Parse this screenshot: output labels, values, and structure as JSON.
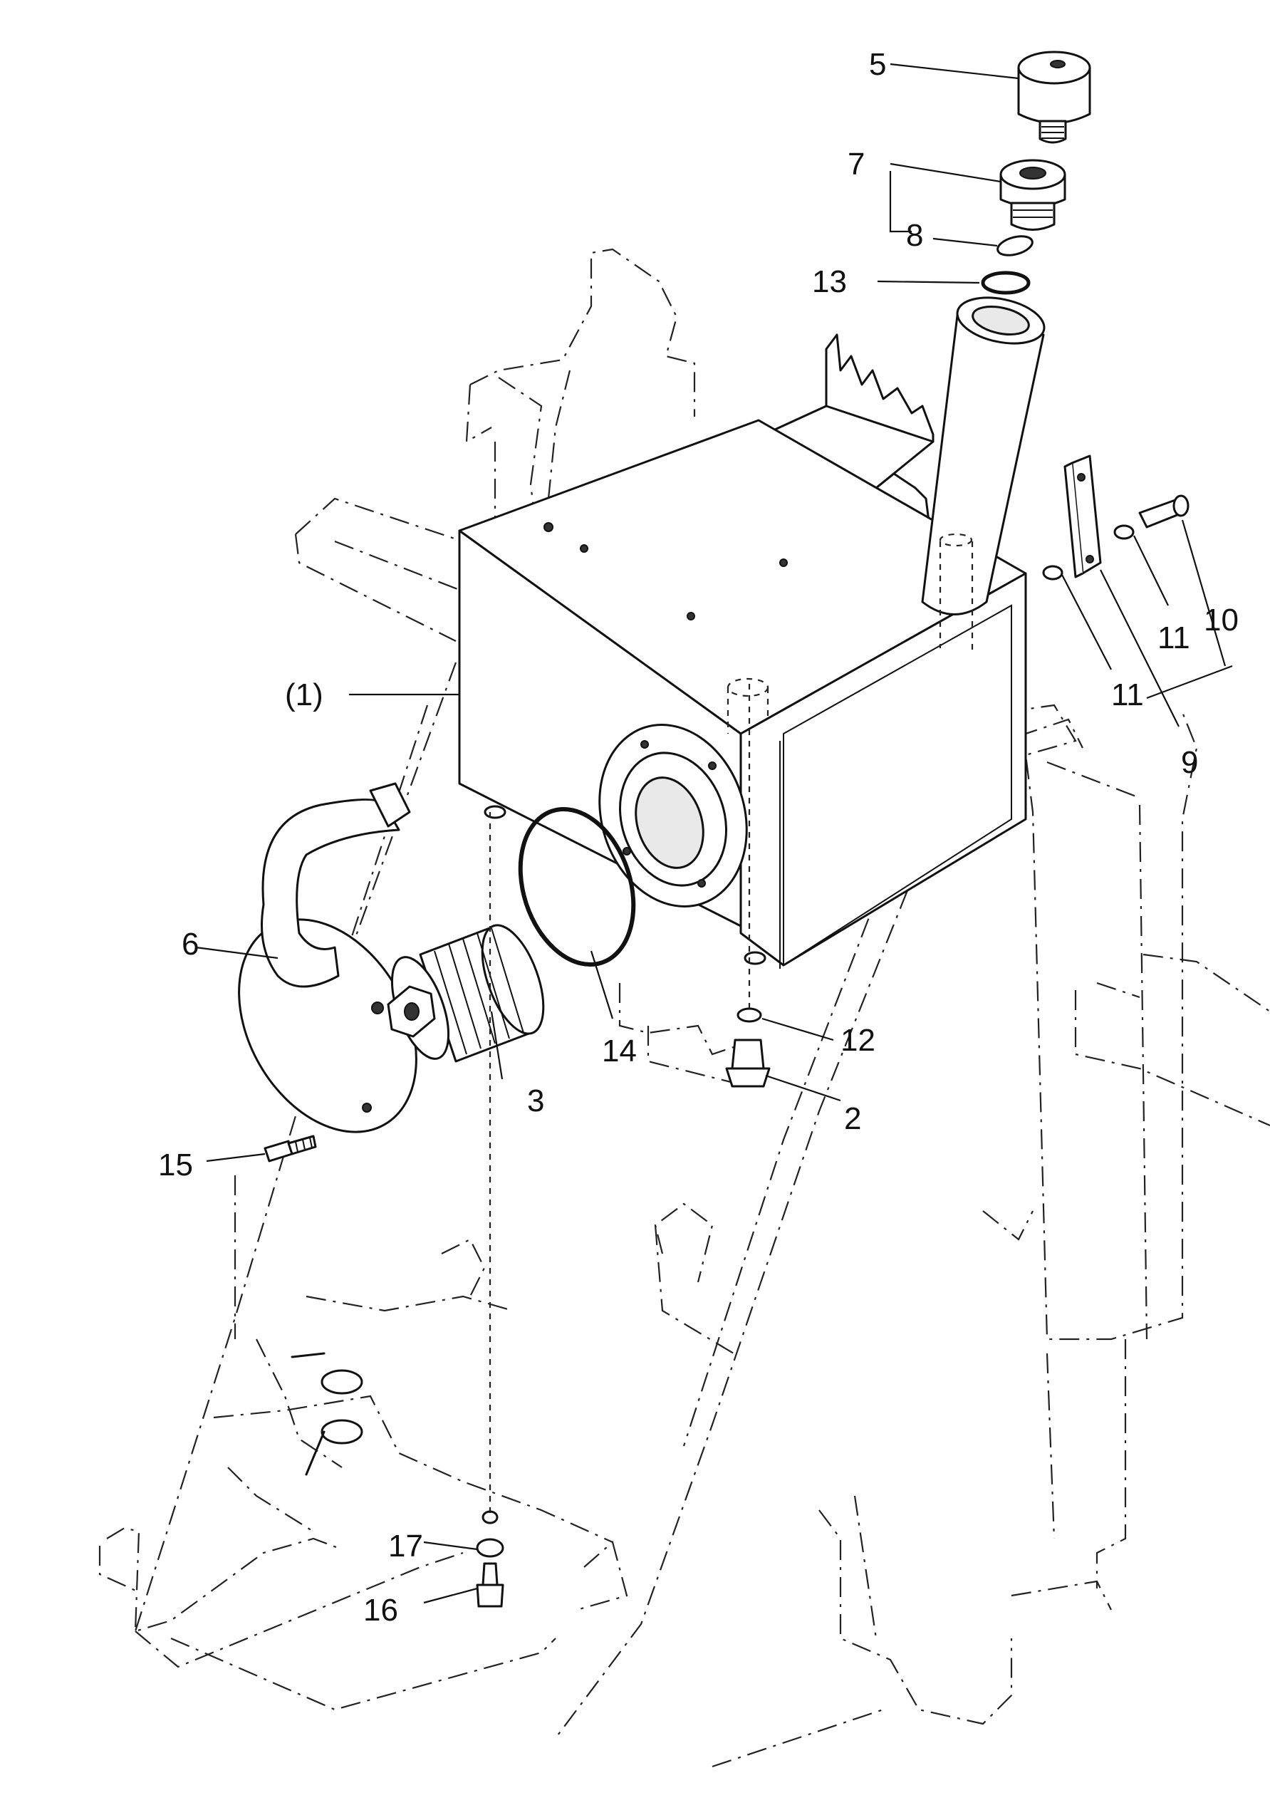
{
  "callouts": {
    "c1": "(1)",
    "c2": "2",
    "c3": "3",
    "c5": "5",
    "c6": "6",
    "c7": "7",
    "c8": "8",
    "c9": "9",
    "c10": "10",
    "c11a": "11",
    "c11b": "11",
    "c12": "12",
    "c13": "13",
    "c14": "14",
    "c15": "15",
    "c16": "16",
    "c17": "17"
  }
}
